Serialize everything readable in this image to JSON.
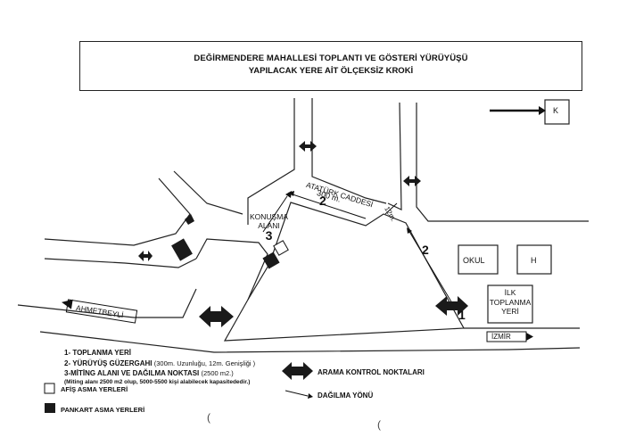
{
  "title": {
    "line1": "DEĞİRMENDERE MAHALLESİ TOPLANTI VE GÖSTERİ YÜRÜYÜŞÜ",
    "line2": "YAPILACAK YERE AİT ÖLÇEKSİZ KROKİ"
  },
  "map": {
    "street_name": "ATATÜRK CADDESİ",
    "street_length": "300 m.",
    "street_width": "12m.",
    "route_number": "2",
    "route_number_side": "2",
    "meeting_area_label": "KONUŞMA ALANI",
    "meeting_area_line1": "KONUŞMA",
    "meeting_area_line2": "ALANI",
    "meeting_area_number": "3",
    "gathering_line1": "İLK",
    "gathering_line2": "TOPLANMA",
    "gathering_line3": "YERİ",
    "gathering_number": "1",
    "school_label": "OKUL",
    "h_label": "H",
    "north_label": "K",
    "left_direction": "AHMETBEYLİ",
    "right_direction": "İZMİR"
  },
  "legend": {
    "item1": "1- TOPLANMA YERİ",
    "item2": "2- YÜRÜYÜŞ GÜZERGAHI",
    "item2_detail": "(300m. Uzunluğu, 12m. Genişliği )",
    "item3": "3-MİTİNG ALANI VE DAĞILMA NOKTASI",
    "item3_detail": "(2500 m2.)",
    "item3_note": "(Miting alanı 2500 m2 olup, 5000-5500 kişi alabilecek kapasitededir.)",
    "afis": "AFİŞ ASMA YERLERİ",
    "pankart": "PANKART ASMA YERLERİ",
    "arama": "ARAMA KONTROL NOKTALARI",
    "dagilma": "DAĞILMA YÖNÜ"
  },
  "colors": {
    "ink": "#111111",
    "marker": "#1a1a1a"
  }
}
